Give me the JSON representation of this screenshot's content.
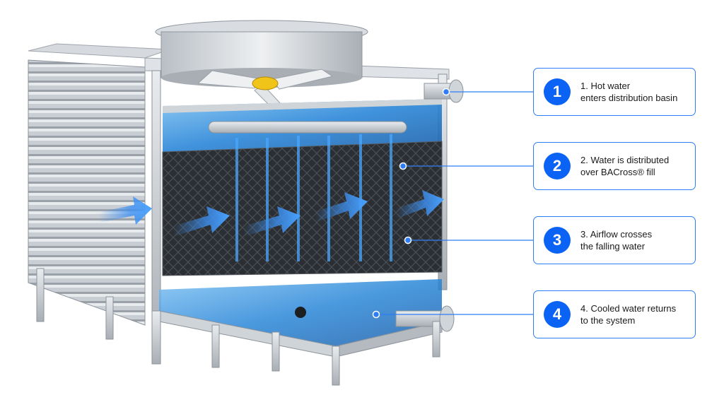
{
  "callouts": [
    {
      "number": "1",
      "line1": "1. Hot water",
      "line2": "enters distribution basin"
    },
    {
      "number": "2",
      "line1": "2. Water is distributed",
      "line2": "over BACross® fill"
    },
    {
      "number": "3",
      "line1": "3. Airflow crosses",
      "line2": "the falling water"
    },
    {
      "number": "4",
      "line1": "4. Cooled water returns",
      "line2": "to the system"
    }
  ],
  "colors": {
    "accent": "#0b63f6",
    "callout_border": "#2f7df6",
    "water": "#2a86d8",
    "fill_media": "#2b2f33",
    "steel": "#c9ced3"
  },
  "icons": [
    "fan-icon",
    "airflow-arrow-icon",
    "water-stream-icon"
  ]
}
